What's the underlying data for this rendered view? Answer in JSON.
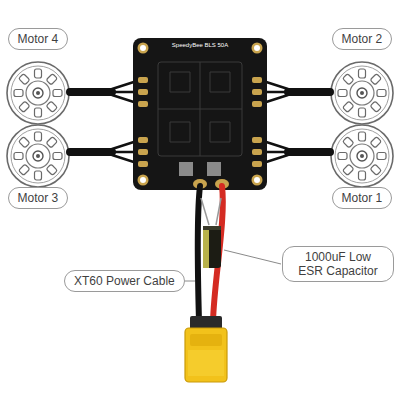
{
  "diagram": {
    "nodes": [
      {
        "text": [
          "Motor 4"
        ]
      },
      {
        "text": [
          "Motor 2"
        ]
      },
      {
        "text": [
          "Motor 3"
        ]
      },
      {
        "text": [
          "Motor 1"
        ]
      },
      {
        "text": [
          "1000uF Low ESR Capacitor"
        ]
      },
      {
        "text": [
          "XT60 Power Cable"
        ]
      }
    ],
    "labels": [
      "SpeedyBee BLS 50A"
    ]
  }
}
